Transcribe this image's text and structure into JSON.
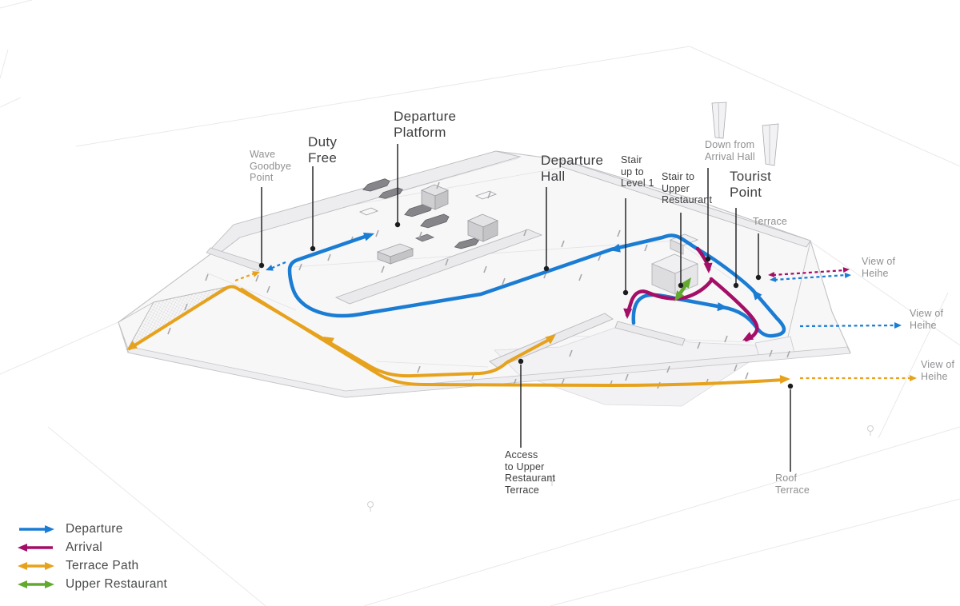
{
  "colors": {
    "departure": "#1a7cd3",
    "arrival": "#a40e66",
    "terrace_path": "#e6a21d",
    "upper_restaurant": "#63a92f",
    "leader": "#28282a",
    "label_dark": "#3c3d3f",
    "label_gray": "#8f9092"
  },
  "annotations": {
    "wave_goodbye_point": "Wave\nGoodbye\nPoint",
    "duty_free": "Duty\nFree",
    "departure_platform": "Departure\nPlatform",
    "departure_hall": "Departure\nHall",
    "stair_up_to_level_1": "Stair\nup to\nLevel 1",
    "stair_to_upper_restaurant": "Stair to\nUpper\nRestaurant",
    "down_from_arrival_hall": "Down from\nArrival Hall",
    "tourist_point": "Tourist\nPoint",
    "terrace": "Terrace",
    "access_to_upper_restaurant_terrace": "Access\nto Upper\nRestaurant\nTerrace",
    "roof_terrace": "Roof\nTerrace",
    "view_of_heihe_upper": "View of\nHeihe",
    "view_of_heihe_middle": "View of\nHeihe",
    "view_of_heihe_lower": "View of\nHeihe"
  },
  "legend": {
    "departure": "Departure",
    "arrival": "Arrival",
    "terrace_path": "Terrace Path",
    "upper_restaurant": "Upper Restaurant"
  }
}
